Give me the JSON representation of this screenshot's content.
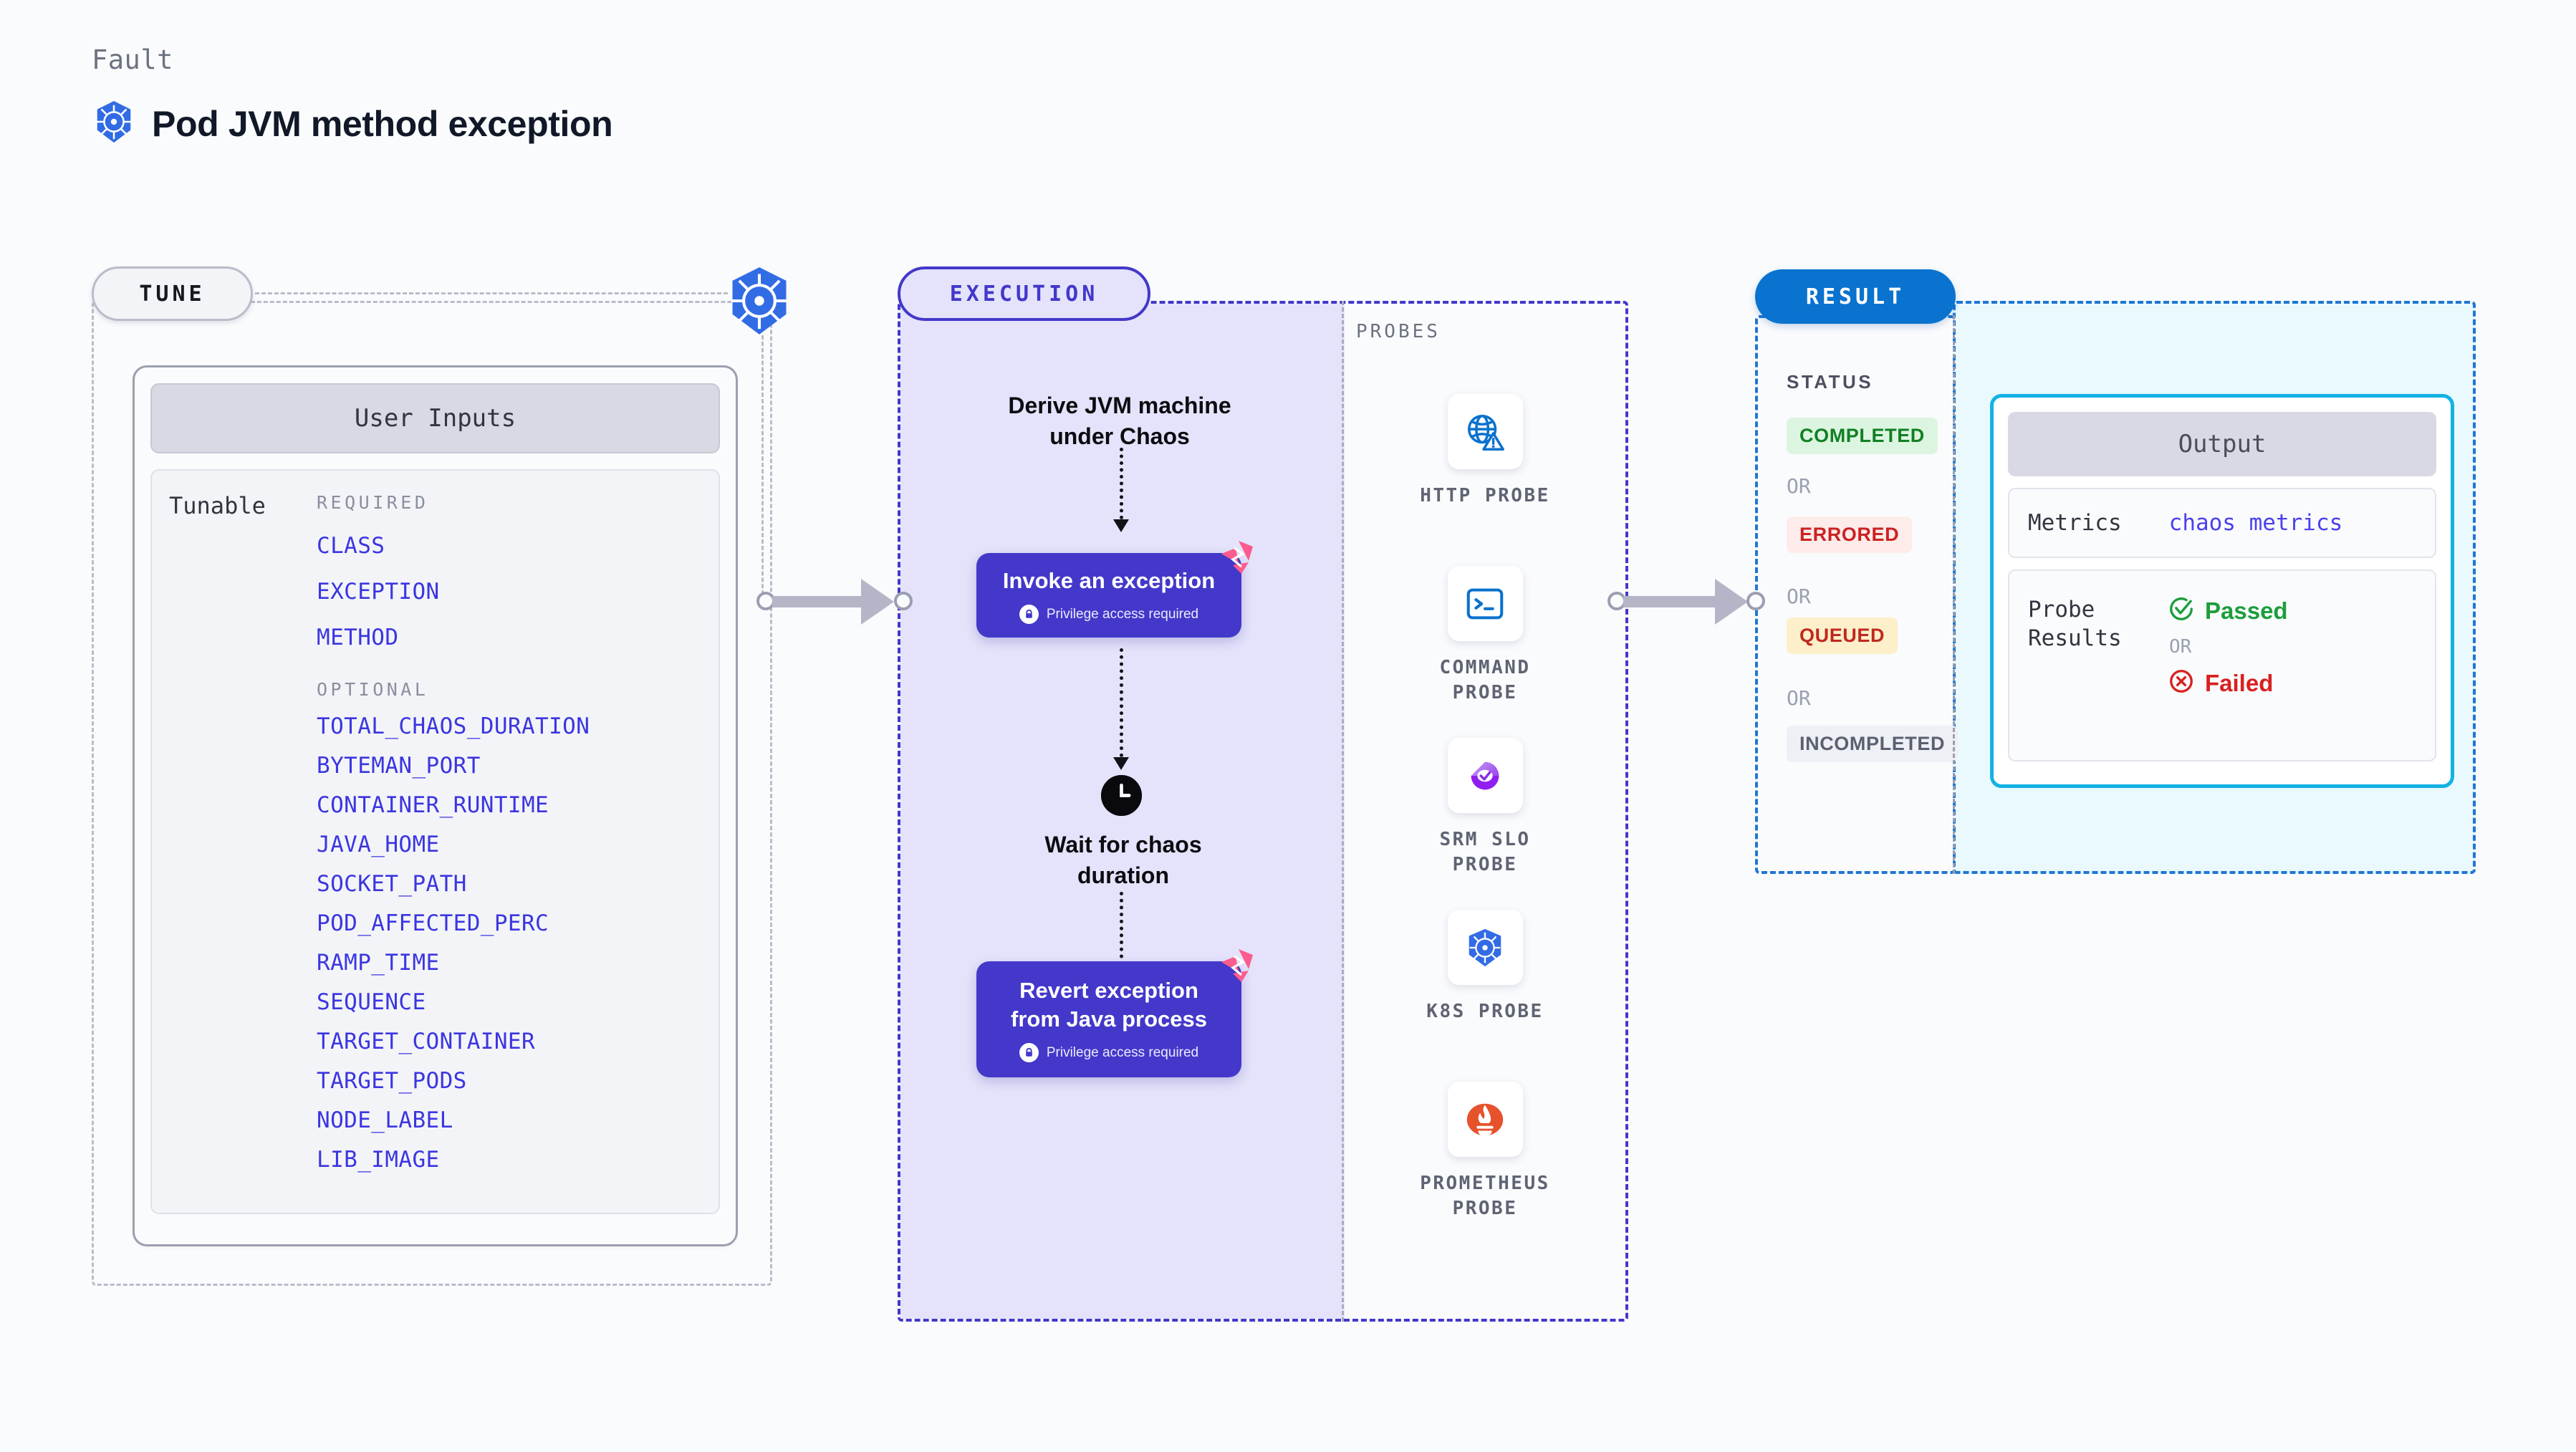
{
  "header": {
    "fault_label": "Fault",
    "title": "Pod JVM method exception",
    "icon": "kubernetes-icon"
  },
  "tune": {
    "pill_label": "TUNE",
    "card_header": "User Inputs",
    "tunable_label": "Tunable",
    "required_heading": "REQUIRED",
    "required": [
      "CLASS",
      "EXCEPTION",
      "METHOD"
    ],
    "optional_heading": "OPTIONAL",
    "optional": [
      "TOTAL_CHAOS_DURATION",
      "BYTEMAN_PORT",
      "CONTAINER_RUNTIME",
      "JAVA_HOME",
      "SOCKET_PATH",
      "POD_AFFECTED_PERC",
      "RAMP_TIME",
      "SEQUENCE",
      "TARGET_CONTAINER",
      "TARGET_PODS",
      "NODE_LABEL",
      "LIB_IMAGE"
    ]
  },
  "execution": {
    "pill_label": "EXECUTION",
    "steps": [
      {
        "type": "text",
        "label": "Derive JVM machine\nunder Chaos"
      },
      {
        "type": "box",
        "label": "Invoke an exception",
        "privilege": "Privilege access required",
        "badge": "harness-icon",
        "lock": "lock-icon"
      },
      {
        "type": "text",
        "label": "Wait for chaos\nduration",
        "icon": "clock-icon"
      },
      {
        "type": "box",
        "label": "Revert exception\nfrom Java process",
        "privilege": "Privilege access required",
        "badge": "harness-icon",
        "lock": "lock-icon"
      }
    ]
  },
  "probes": {
    "heading": "PROBES",
    "items": [
      {
        "label": "HTTP PROBE",
        "icon": "globe-warning-icon"
      },
      {
        "label": "COMMAND\nPROBE",
        "icon": "terminal-icon"
      },
      {
        "label": "SRM SLO\nPROBE",
        "icon": "slo-gauge-icon"
      },
      {
        "label": "K8S PROBE",
        "icon": "kubernetes-icon"
      },
      {
        "label": "PROMETHEUS\nPROBE",
        "icon": "prometheus-icon"
      }
    ]
  },
  "result": {
    "pill_label": "RESULT",
    "status_heading": "STATUS",
    "or_label": "OR",
    "statuses": [
      {
        "label": "COMPLETED",
        "bg": "#dcf5e0",
        "fg": "#118024"
      },
      {
        "label": "ERRORED",
        "bg": "#fdecea",
        "fg": "#cc2222"
      },
      {
        "label": "QUEUED",
        "bg": "#fcefc9",
        "fg": "#c0281f"
      },
      {
        "label": "INCOMPLETED",
        "bg": "#eef0f5",
        "fg": "#5b6070"
      }
    ],
    "output": {
      "header": "Output",
      "metrics_key": "Metrics",
      "metrics_value": "chaos metrics",
      "probe_results_key": "Probe\nResults",
      "passed_label": "Passed",
      "failed_label": "Failed",
      "or_label": "OR",
      "passed_icon": "check-circle-icon",
      "failed_icon": "x-circle-icon"
    }
  },
  "colors": {
    "page_bg": "#fafbfd",
    "tune_border": "#b9bcc9",
    "execution_accent": "#4338ca",
    "execution_fill": "#e4e3fb",
    "result_accent": "#1f76d4",
    "output_accent": "#13b2e4",
    "param_text": "#3b36e0",
    "harness_pink": "#fb5c8e",
    "k8s_blue": "#326ce5"
  }
}
